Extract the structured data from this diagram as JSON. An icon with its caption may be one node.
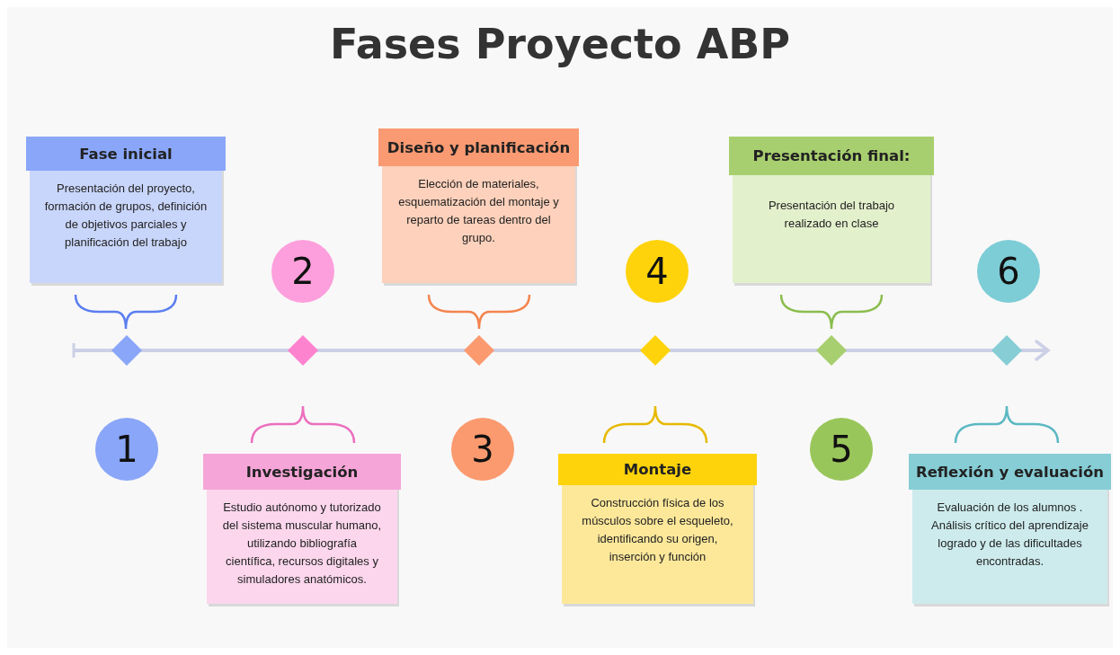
{
  "diagram": {
    "title": "Fases Proyecto ABP",
    "nodes": [
      {
        "text": [
          "Fase inicial",
          "Presentación del proyecto, formación de grupos, definición de objetivos parciales y planificación del trabajo"
        ]
      },
      {
        "text": [
          "Diseño y planificación",
          "Elección de materiales, esquematización del montaje y reparto de tareas dentro del grupo."
        ]
      },
      {
        "text": [
          "Presentación final:",
          "Presentación del trabajo realizado en clase"
        ]
      },
      {
        "text": [
          "Investigación",
          "Estudio autónomo y tutorizado del sistema muscular humano, utilizando bibliografía científica, recursos digitales y simuladores anatómicos."
        ]
      },
      {
        "text": [
          "Montaje",
          "Construcción física de los músculos sobre el esqueleto, identificando su origen, inserción y función"
        ]
      },
      {
        "text": [
          "Reflexión y evaluación",
          "Evaluación de los alumnos . Análisis crítico del aprendizaje logrado y de las dificultades encontradas."
        ]
      },
      {
        "text": [
          "2"
        ]
      },
      {
        "text": [
          "4"
        ]
      },
      {
        "text": [
          "6"
        ]
      },
      {
        "text": [
          "1"
        ]
      },
      {
        "text": [
          "3"
        ]
      },
      {
        "text": [
          "5"
        ]
      },
      {
        "text": [],
        "shape": "diamond"
      },
      {
        "text": [],
        "shape": "diamond"
      },
      {
        "text": [],
        "shape": "diamond"
      },
      {
        "text": [],
        "shape": "diamond"
      },
      {
        "text": [],
        "shape": "diamond"
      },
      {
        "text": [],
        "shape": "diamond"
      }
    ],
    "edges": []
  }
}
